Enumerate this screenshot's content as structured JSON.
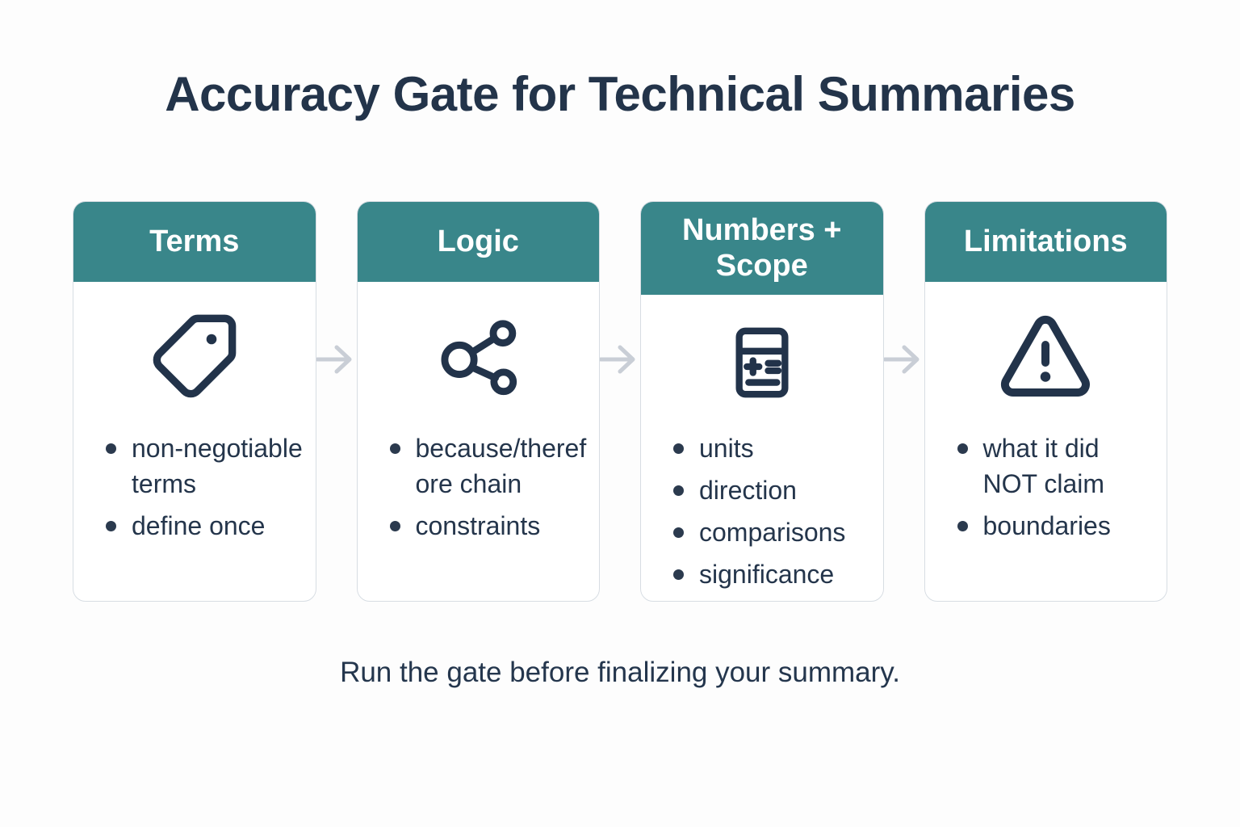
{
  "title": "Accuracy Gate for Technical Summaries",
  "footer": "Run the gate before finalizing your summary.",
  "colors": {
    "accent_teal": "#39868a",
    "text_navy": "#23344a",
    "card_border": "#d7dde3",
    "arrow_gray": "#c9ced6",
    "background": "#fdfdfd",
    "header_text": "#ffffff"
  },
  "cards": [
    {
      "title": "Terms",
      "icon": "tag-icon",
      "bullets": [
        "non-negotiable terms",
        "define once"
      ]
    },
    {
      "title": "Logic",
      "icon": "share-icon",
      "bullets": [
        "because/therefore chain",
        "constraints"
      ]
    },
    {
      "title": "Numbers + Scope",
      "icon": "calculator-icon",
      "bullets": [
        "units",
        "direction",
        "comparisons",
        "significance"
      ]
    },
    {
      "title": "Limitations",
      "icon": "warning-icon",
      "bullets": [
        "what it did NOT claim",
        "boundaries"
      ]
    }
  ]
}
